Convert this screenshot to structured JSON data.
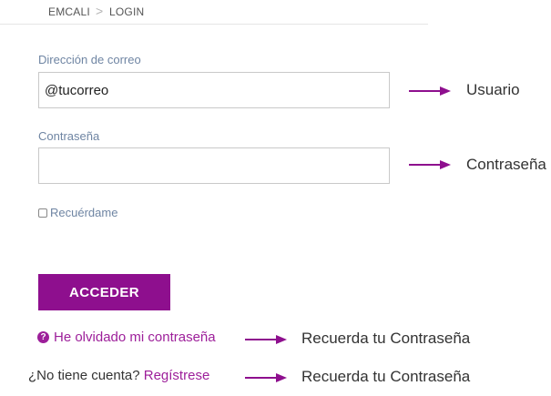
{
  "breadcrumb": {
    "home": "EMCALI",
    "separator": ">",
    "current": "LOGIN"
  },
  "form": {
    "email_label": "Dirección de correo",
    "email_placeholder": "@tucorreo",
    "email_value": "",
    "password_label": "Contraseña",
    "password_value": "",
    "remember_label": "Recuérdame",
    "remember_checked": false,
    "submit_label": "ACCEDER",
    "forgot_label": "He olvidado mi contraseña",
    "no_account_text": "¿No tiene cuenta?",
    "register_link": "Regístrese"
  },
  "annotations": {
    "user": "Usuario",
    "password": "Contraseña",
    "forgot": "Recuerda tu Contraseña",
    "register": "Recuerda tu Contraseña"
  },
  "colors": {
    "brand_purple": "#8e0f8e",
    "link_purple": "#9d1f9a",
    "label_blue_gray": "#6f85a3"
  },
  "icons": {
    "forgot": "question-circle-icon",
    "breadcrumb_separator": "chevron-right-icon",
    "annotation_arrow": "arrow-right-icon"
  }
}
